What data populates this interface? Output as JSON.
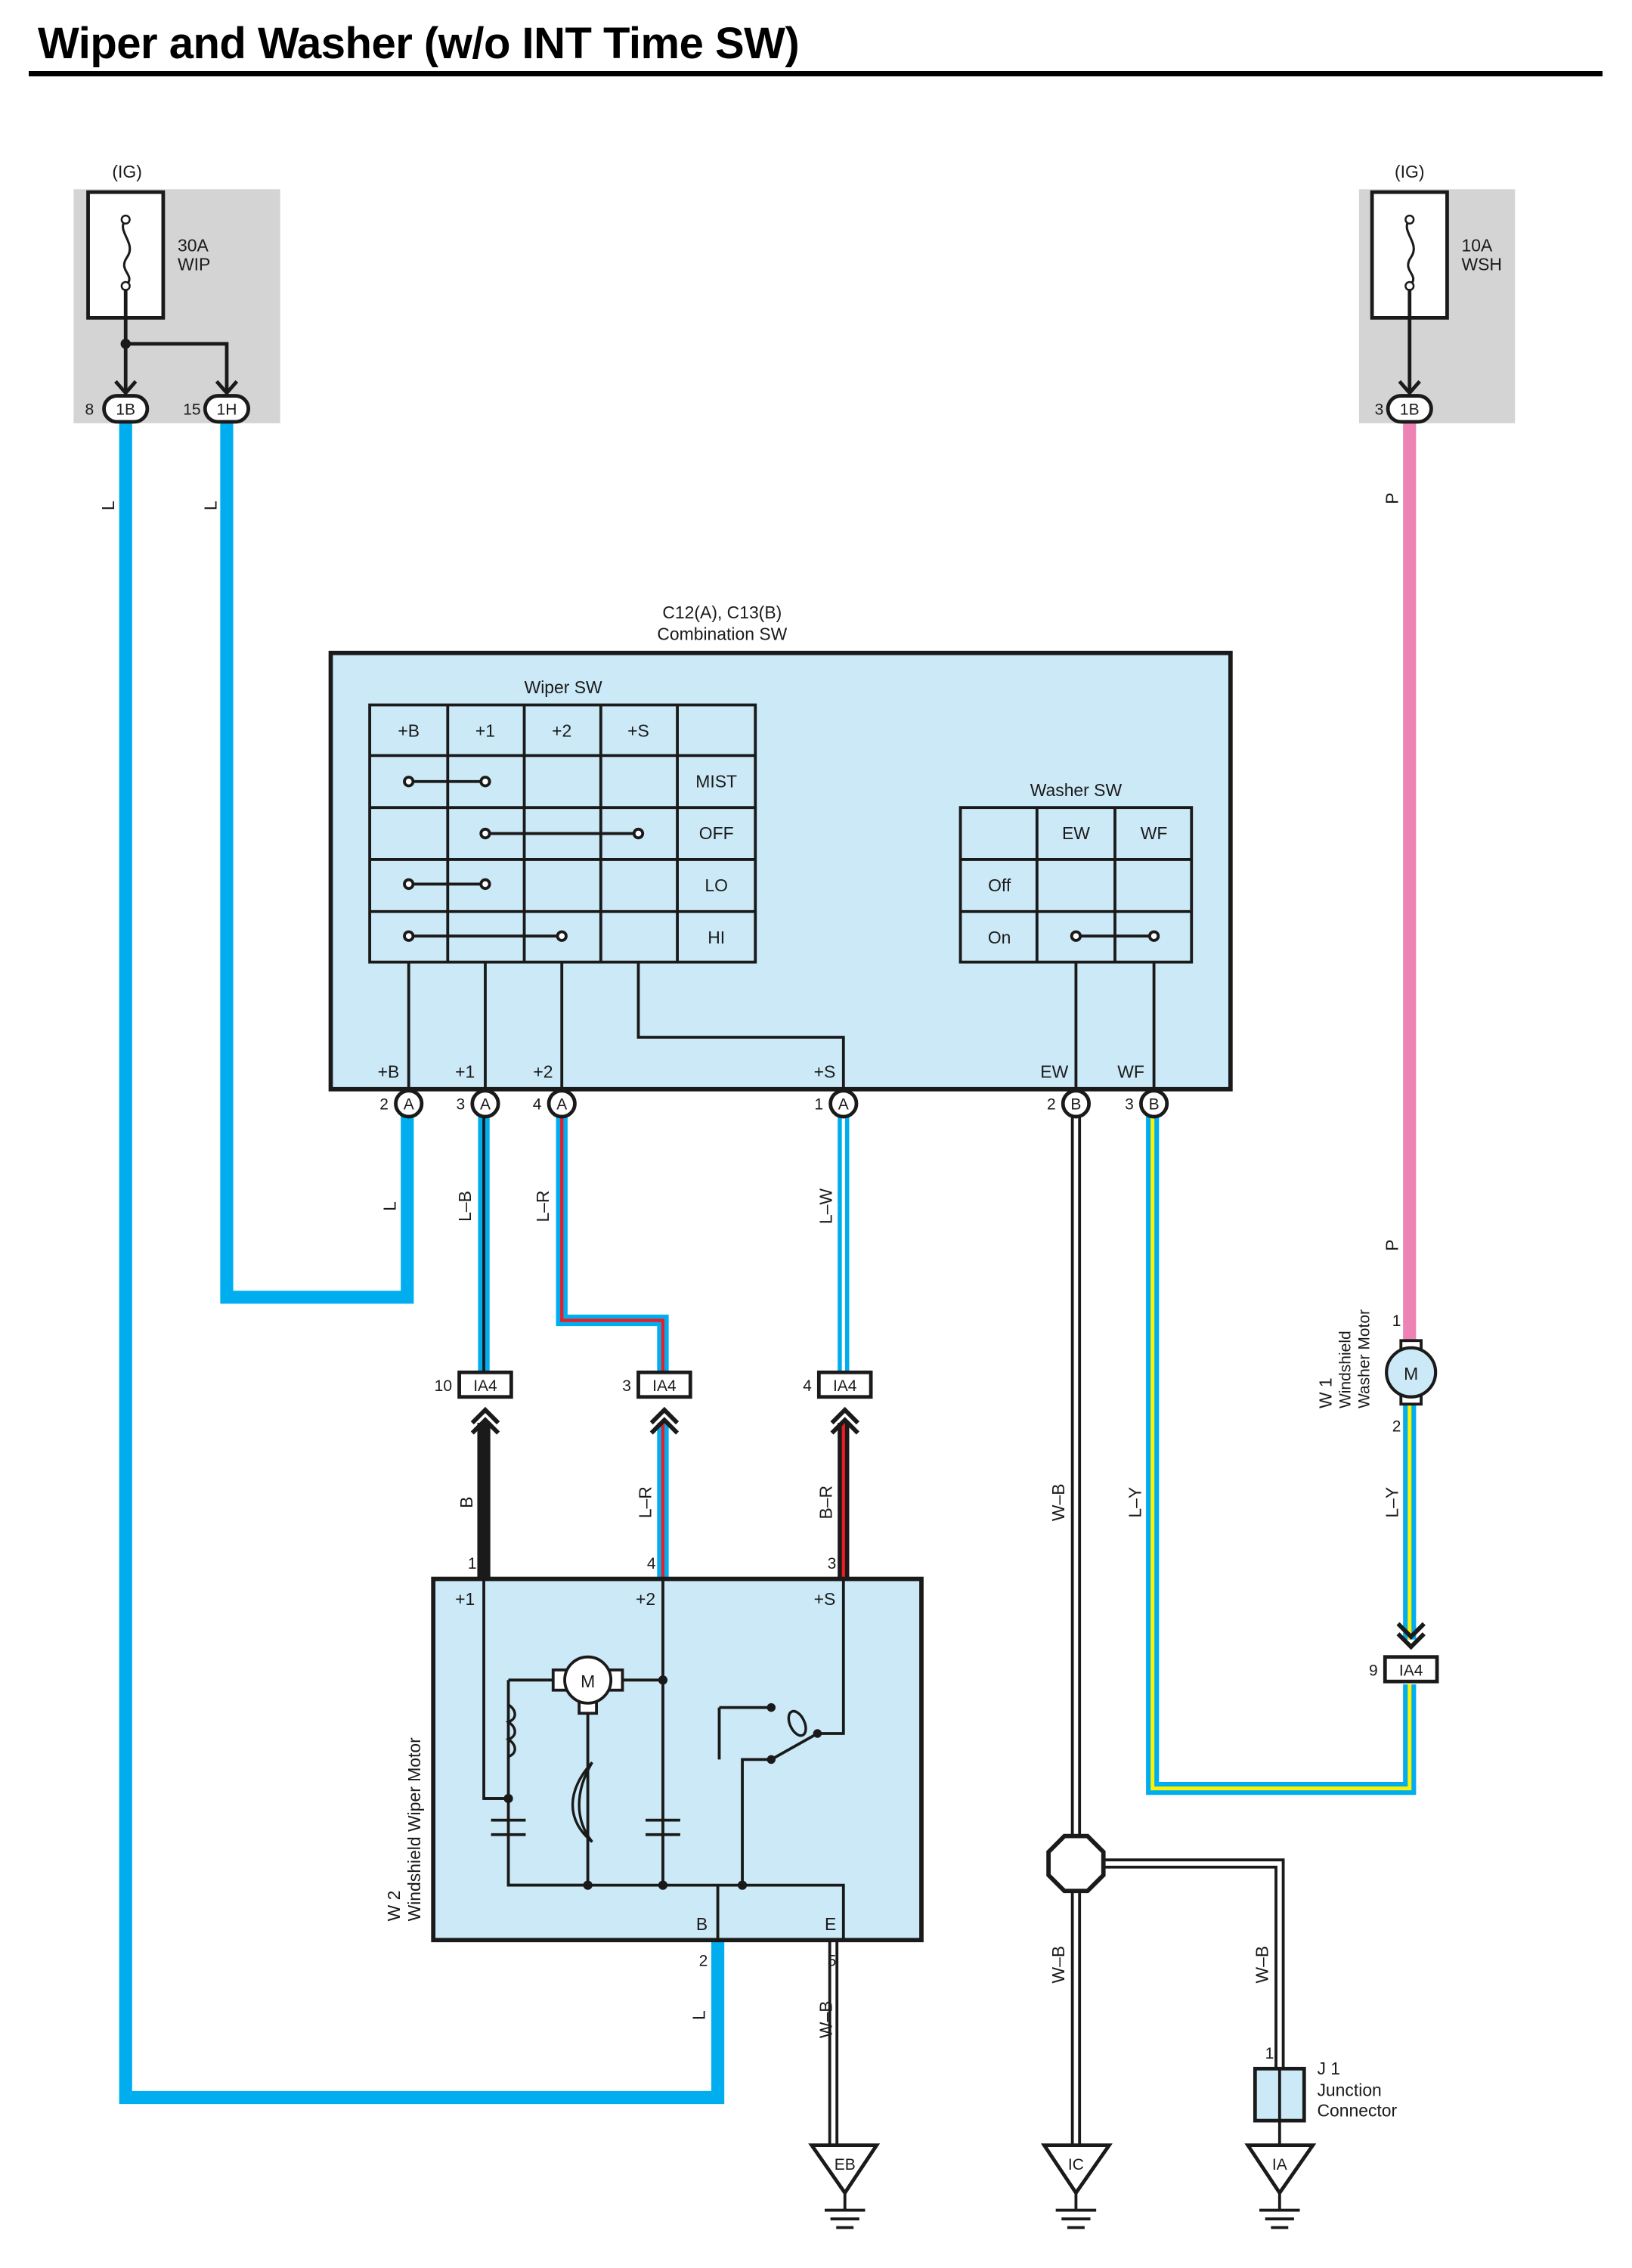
{
  "title": "Wiper and Washer (w/o INT Time SW)",
  "fuses": [
    {
      "id": "wip",
      "tag": "(IG)",
      "rating": "30A",
      "name": "WIP"
    },
    {
      "id": "wsh",
      "tag": "(IG)",
      "rating": "10A",
      "name": "WSH"
    }
  ],
  "connectors": {
    "j1b_8": {
      "code": "1B",
      "pin": "8"
    },
    "j1h_15": {
      "code": "1H",
      "pin": "15"
    },
    "j1b_3": {
      "code": "1B",
      "pin": "3"
    },
    "ca_2": {
      "code": "A",
      "pin": "2"
    },
    "ca_3": {
      "code": "A",
      "pin": "3"
    },
    "ca_4": {
      "code": "A",
      "pin": "4"
    },
    "ca_1": {
      "code": "A",
      "pin": "1"
    },
    "cb_2": {
      "code": "B",
      "pin": "2"
    },
    "cb_3": {
      "code": "B",
      "pin": "3"
    },
    "ia4_10": {
      "code": "IA4",
      "pin": "10"
    },
    "ia4_3": {
      "code": "IA4",
      "pin": "3"
    },
    "ia4_4": {
      "code": "IA4",
      "pin": "4"
    },
    "ia4_9": {
      "code": "IA4",
      "pin": "9"
    }
  },
  "combination_switch": {
    "code": "C12(A), C13(B)",
    "name": "Combination SW",
    "wiper_sw": {
      "title": "Wiper SW",
      "columns": [
        "+B",
        "+1",
        "+2",
        "+S",
        ""
      ],
      "positions": [
        "MIST",
        "OFF",
        "LO",
        "HI"
      ]
    },
    "washer_sw": {
      "title": "Washer SW",
      "columns": [
        "",
        "EW",
        "WF"
      ],
      "positions": [
        "Off",
        "On"
      ]
    },
    "terminals": [
      "+B",
      "+1",
      "+2",
      "+S",
      "EW",
      "WF"
    ]
  },
  "wire_colors": {
    "L": "L",
    "LB": "L–B",
    "LR": "L–R",
    "LW": "L–W",
    "P": "P",
    "B": "B",
    "BR": "B–R",
    "WB": "W–B",
    "LY": "L–Y"
  },
  "colors": {
    "blue": "#00aeef",
    "pink": "#ee82b4",
    "red": "#ed1c24",
    "yellow": "#fff200",
    "black": "#1a1a1a",
    "panel": "#cce9f7",
    "fuse_box": "#d4d4d4"
  },
  "wiper_motor": {
    "code": "W 2",
    "name": "Windshield Wiper Motor",
    "motor_symbol": "M",
    "terminals": [
      "+1",
      "+2",
      "+S",
      "B",
      "E"
    ],
    "pins": {
      "p1": "1",
      "p4": "4",
      "p3": "3",
      "p2": "2",
      "p5": "5"
    }
  },
  "washer_motor": {
    "code": "W 1",
    "name_line1": "Windshield",
    "name_line2": "Washer Motor",
    "motor_symbol": "M",
    "pins": {
      "p1": "1",
      "p2": "2"
    }
  },
  "junction_connector": {
    "code": "J 1",
    "name_line1": "Junction",
    "name_line2": "Connector",
    "pin": "1"
  },
  "grounds": [
    "EB",
    "IC",
    "IA"
  ]
}
